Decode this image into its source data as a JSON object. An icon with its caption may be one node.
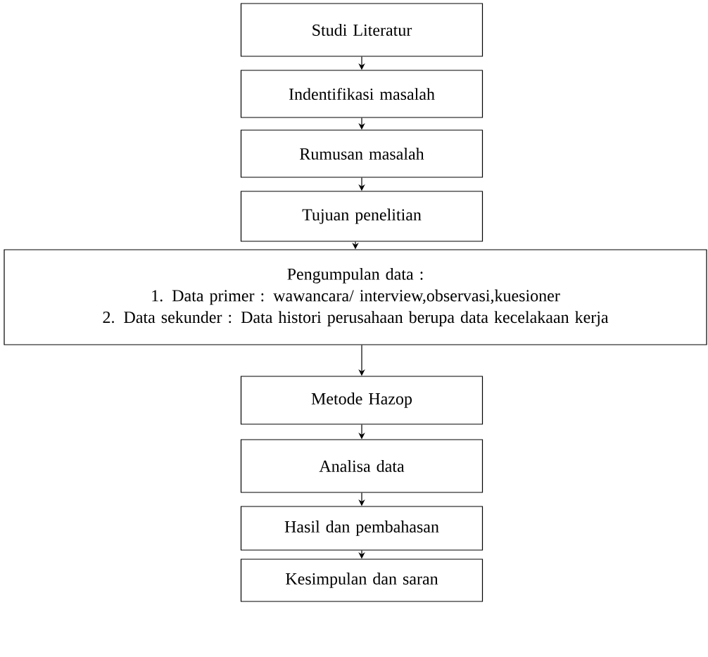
{
  "diagram": {
    "nodes": [
      {
        "text": [
          "Studi Literatur"
        ]
      },
      {
        "text": [
          "Indentifikasi masalah"
        ]
      },
      {
        "text": [
          "Rumusan masalah"
        ]
      },
      {
        "text": [
          "Tujuan penelitian"
        ]
      },
      {
        "text": [
          "Pengumpulan data :",
          "1. Data primer : wawancara/ interview,observasi,kuesioner",
          "2. Data sekunder : Data histori perusahaan berupa data kecelakaan kerja"
        ]
      },
      {
        "text": [
          "Metode Hazop"
        ]
      },
      {
        "text": [
          "Analisa data"
        ]
      },
      {
        "text": [
          "Hasil dan pembahasan"
        ]
      },
      {
        "text": [
          "Kesimpulan dan saran"
        ]
      }
    ],
    "edges": [
      {
        "from": 0,
        "to": 1,
        "arrow": "to"
      },
      {
        "from": 1,
        "to": 2,
        "arrow": "to"
      },
      {
        "from": 2,
        "to": 3,
        "arrow": "to"
      },
      {
        "from": 3,
        "to": 4,
        "arrow": "to"
      },
      {
        "from": 4,
        "to": 5,
        "arrow": "to"
      },
      {
        "from": 5,
        "to": 6,
        "arrow": "to"
      },
      {
        "from": 6,
        "to": 7,
        "arrow": "to"
      },
      {
        "from": 7,
        "to": 8,
        "arrow": "to"
      }
    ]
  }
}
